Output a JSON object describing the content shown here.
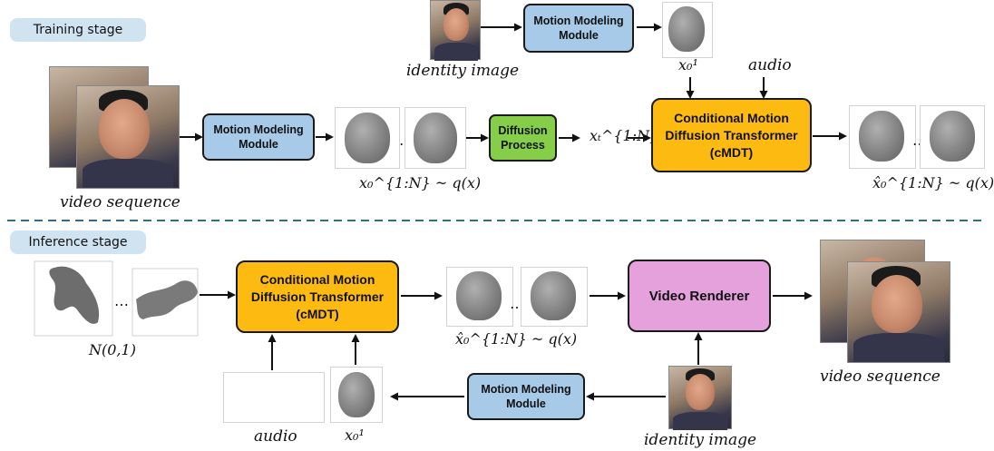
{
  "training": {
    "stage_label": "Training stage",
    "motion_module_top": "Motion Modeling\nModule",
    "motion_module_main": "Motion Modeling\nModule",
    "diffusion": "Diffusion\nProcess",
    "cmdt": "Conditional Motion\nDiffusion Transformer\n(cMDT)",
    "identity_label": "identity image",
    "video_label": "video sequence",
    "audio_label": "audio",
    "x0_sup": "x",
    "x0_label": "x₀¹",
    "seq_label": "x₀^{1:N} ~ q(x)",
    "xt_label": "xₜ^{1:N}",
    "out_label": "x̂₀^{1:N} ~ q(x)",
    "dots": "…"
  },
  "inference": {
    "stage_label": "Inference stage",
    "cmdt": "Conditional Motion\nDiffusion Transformer\n(cMDT)",
    "renderer": "Video Renderer",
    "motion_module": "Motion Modeling\nModule",
    "noise_label": "N(0,1)",
    "out_label": "x̂₀^{1:N} ~ q(x)",
    "video_label": "video sequence",
    "identity_label": "identity image",
    "audio_label": "audio",
    "x0_label": "x₀¹",
    "dots": "…"
  },
  "colors": {
    "motion_module": "#a8cae9",
    "diffusion": "#86cd4a",
    "cmdt": "#fdbb12",
    "renderer": "#e4a1dc",
    "stage_label": "#cfe3f1",
    "divider": "#2f6f86"
  },
  "icons": [
    "face-photo",
    "3d-face-mesh",
    "audio-waveform",
    "noise-blob"
  ]
}
